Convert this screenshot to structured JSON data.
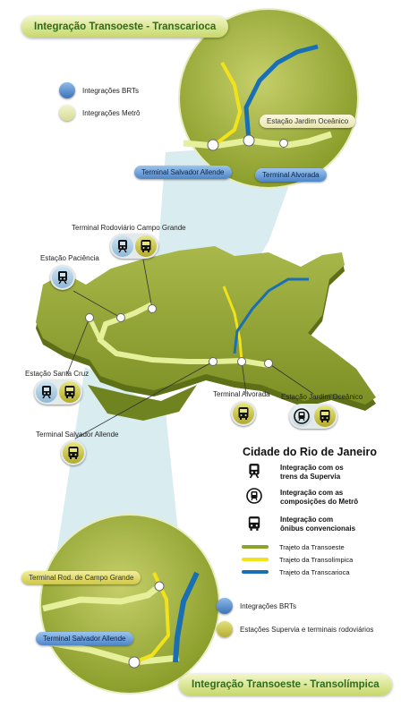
{
  "top_banner": "Integração Transoeste - Transcarioca",
  "bottom_banner": "Integração Transoeste - Transolímpica",
  "top_legend": {
    "brt": "Integrações BRTs",
    "metro": "Integrações Metrô"
  },
  "bottom_legend": {
    "brt": "Integrações BRTs",
    "supervia": "Estações Supervia e terminais rodoviários"
  },
  "top_inset_labels": {
    "jardim": "Estação Jardim Oceânico",
    "salvador": "Terminal Salvador Allende",
    "alvorada": "Terminal Alvorada"
  },
  "bottom_inset_labels": {
    "campo_grande": "Terminal Rod. de Campo Grande",
    "salvador": "Terminal Salvador Allende"
  },
  "map_labels": {
    "campo_grande": "Terminal Rodoviário Campo Grande",
    "paciencia": "Estação Paciência",
    "santa_cruz": "Estação Santa Cruz",
    "salvador": "Terminal Salvador Allende",
    "alvorada": "Terminal Alvorada",
    "jardim": "Estação Jardim Oceânico"
  },
  "legend": {
    "title": "Cidade do Rio de Janeiro",
    "train": "Integração com os\ntrens da Supervia",
    "metro": "Integração com as\ncomposições do Metrô",
    "bus": "Integração com\nônibus convencionais",
    "transoeste": "Trajeto da Transoeste",
    "transolimpica": "Trajeto da Transolímpica",
    "transcarioca": "Trajeto da Transcarioca"
  },
  "colors": {
    "transoeste": "#8aa32c",
    "transolimpica": "#f2e21a",
    "transcarioca": "#1a6fb3",
    "brt_dot": "#4e86c8",
    "metro_dot": "#e3e8a8",
    "supervia_dot": "#c9c23a"
  },
  "icons": [
    "train-icon",
    "metro-icon",
    "bus-icon"
  ]
}
